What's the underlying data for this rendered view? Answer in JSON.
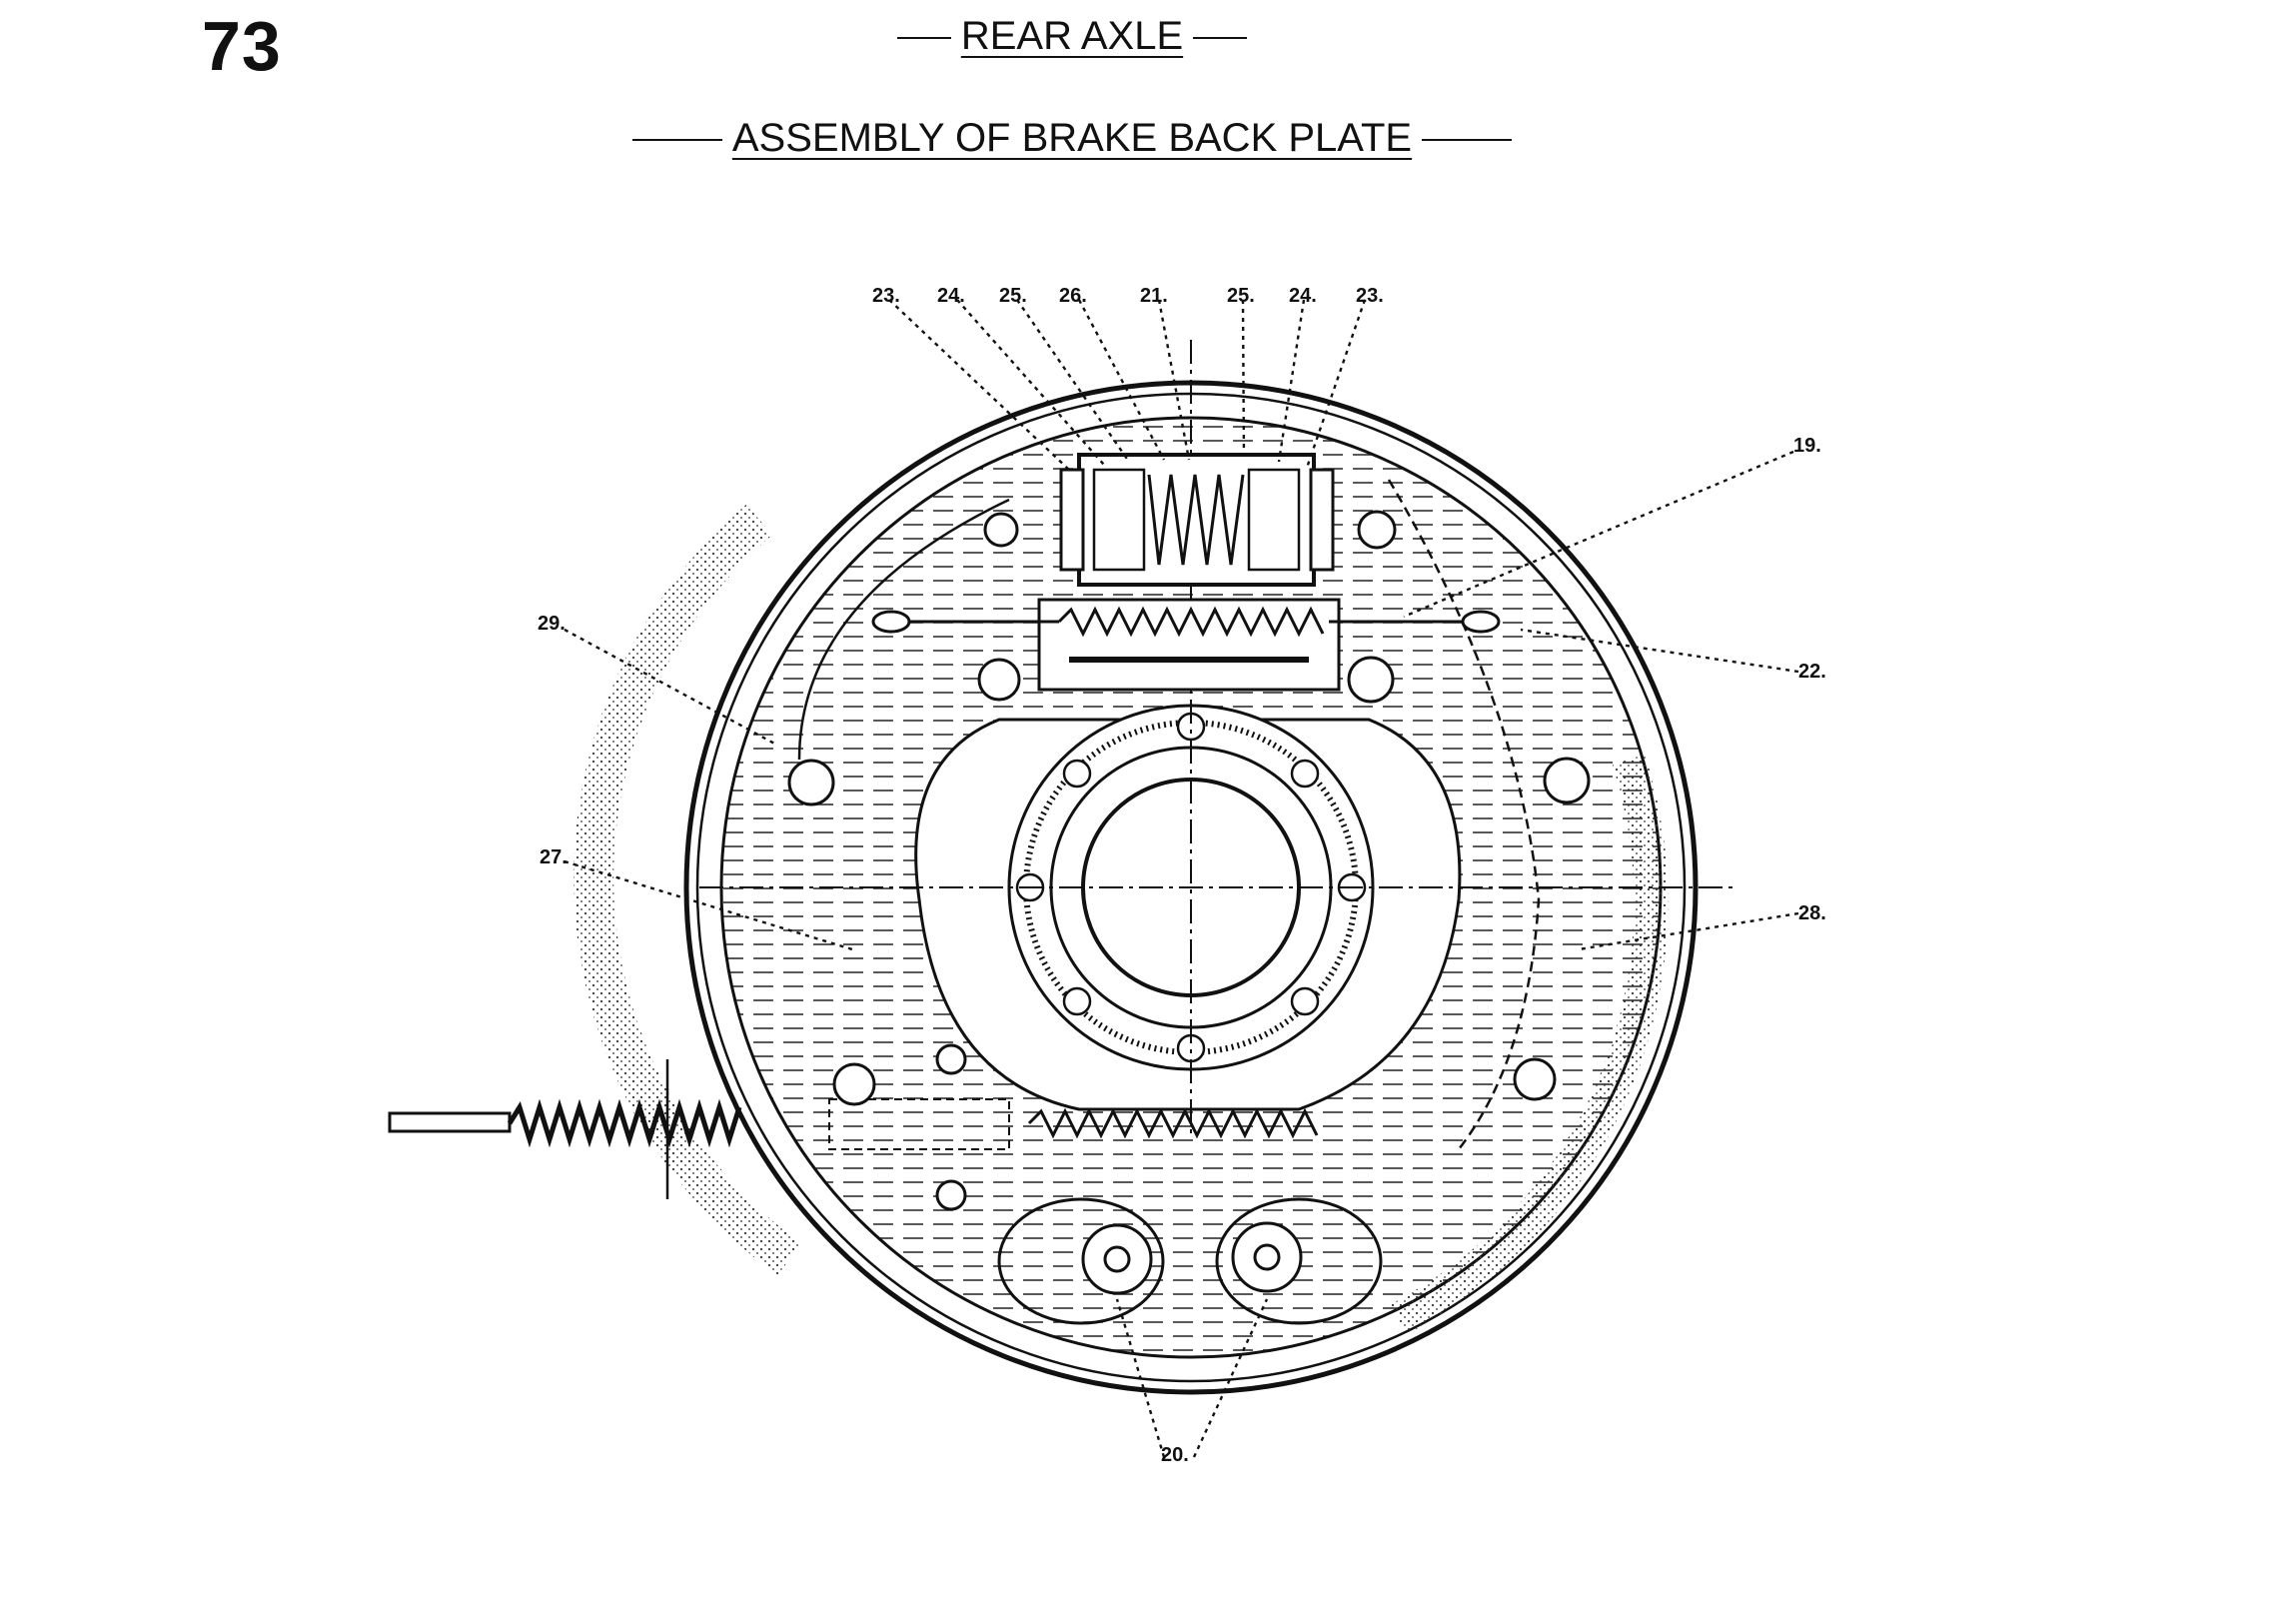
{
  "page_number": "73",
  "title": "REAR AXLE",
  "subtitle": "ASSEMBLY OF BRAKE BACK PLATE",
  "callouts": {
    "c23a": "23.",
    "c24a": "24.",
    "c25a": "25.",
    "c26": "26.",
    "c21": "21.",
    "c25b": "25.",
    "c24b": "24.",
    "c23b": "23.",
    "c19": "19.",
    "c29": "29.",
    "c22": "22.",
    "c27": "27.",
    "c28": "28.",
    "c20": "20."
  }
}
